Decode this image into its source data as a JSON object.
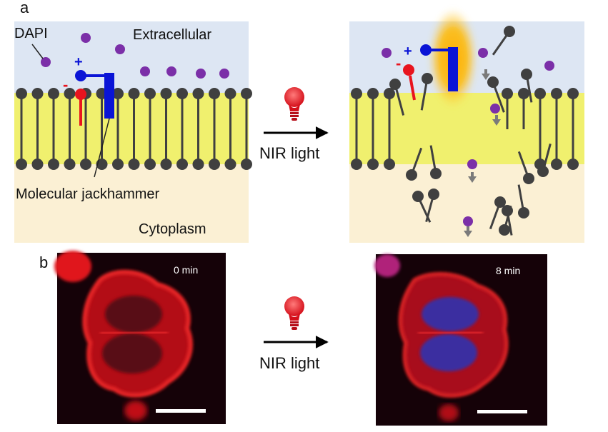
{
  "panel_a": {
    "label": "a",
    "dapi_label": "DAPI",
    "extracellular_label": "Extracellular",
    "jackhammer_label": "Molecular jackhammer",
    "cytoplasm_label": "Cytoplasm",
    "plus_sign": "+",
    "minus_sign": "-",
    "arrow_label": "NIR light"
  },
  "panel_b": {
    "label": "b",
    "time_before": "0 min",
    "time_after": "8 min",
    "arrow_label": "NIR light"
  },
  "colors": {
    "extracellular": "#dde6f3",
    "membrane": "#f0f06e",
    "cytoplasm": "#fbf0d4",
    "lipid": "#404040",
    "dapi": "#7b2fa8",
    "jackhammer_blue": "#0a14d6",
    "jackhammer_red": "#e8141e",
    "bulb": "#e8141e",
    "glow": "#ffb000",
    "cell_red": "#e0141a",
    "nucleus_blue": "#3a2ea0"
  }
}
